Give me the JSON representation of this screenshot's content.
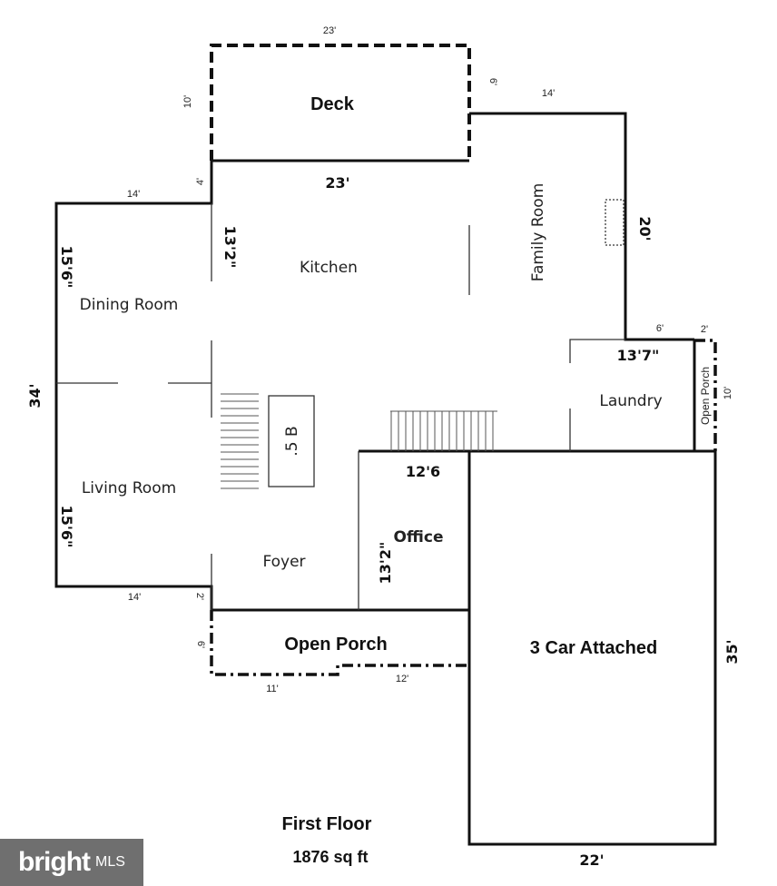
{
  "plan": {
    "rooms": {
      "deck": "Deck",
      "kitchen": "Kitchen",
      "family_room": "Family Room",
      "dining_room": "Dining Room",
      "living_room": "Living Room",
      "half_bath": ".5 B",
      "laundry": "Laundry",
      "open_porch_side": "Open Porch",
      "foyer": "Foyer",
      "office": "Office",
      "open_porch_front": "Open Porch",
      "garage": "3 Car Attached"
    },
    "dimensions": {
      "deck_top": "23'",
      "deck_left": "10'",
      "deck_right": "6'",
      "deck_bottom": "23'",
      "family_top": "14'",
      "family_right": "20'",
      "kitchen_left": "4'",
      "kitchen_height": "13'2\"",
      "dining_top": "14'",
      "dining_left": "15'6\"",
      "overall_left": "34'",
      "living_left": "15'6\"",
      "living_bottom": "14'",
      "foyer_step": "2'",
      "laundry_top": "6'",
      "side_porch_top": "2'",
      "laundry_width": "13'7\"",
      "side_porch_right": "10'",
      "office_width": "12'6",
      "office_height": "13'2\"",
      "porch_left": "6'",
      "porch_bottom_left": "11'",
      "porch_bottom_right": "12'",
      "garage_right": "35'",
      "garage_bottom": "22'"
    },
    "caption": {
      "title": "First Floor",
      "area": "1876 sq ft"
    }
  },
  "logo": {
    "brand": "bright",
    "suffix": "MLS"
  }
}
